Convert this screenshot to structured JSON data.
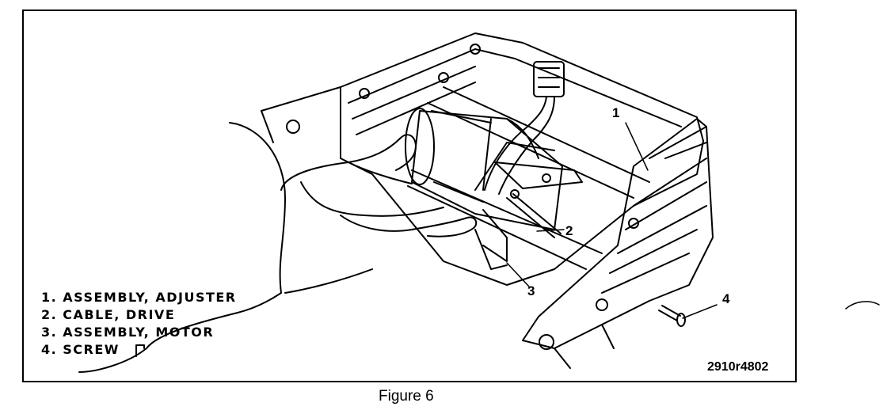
{
  "figure": {
    "caption": "Figure 6",
    "code": "2910r4802"
  },
  "legend": {
    "items": [
      "1. ASSEMBLY, ADJUSTER",
      "2. CABLE, DRIVE",
      "3. ASSEMBLY, MOTOR",
      "4. SCREW"
    ]
  },
  "callouts": [
    "1",
    "2",
    "3",
    "4"
  ]
}
